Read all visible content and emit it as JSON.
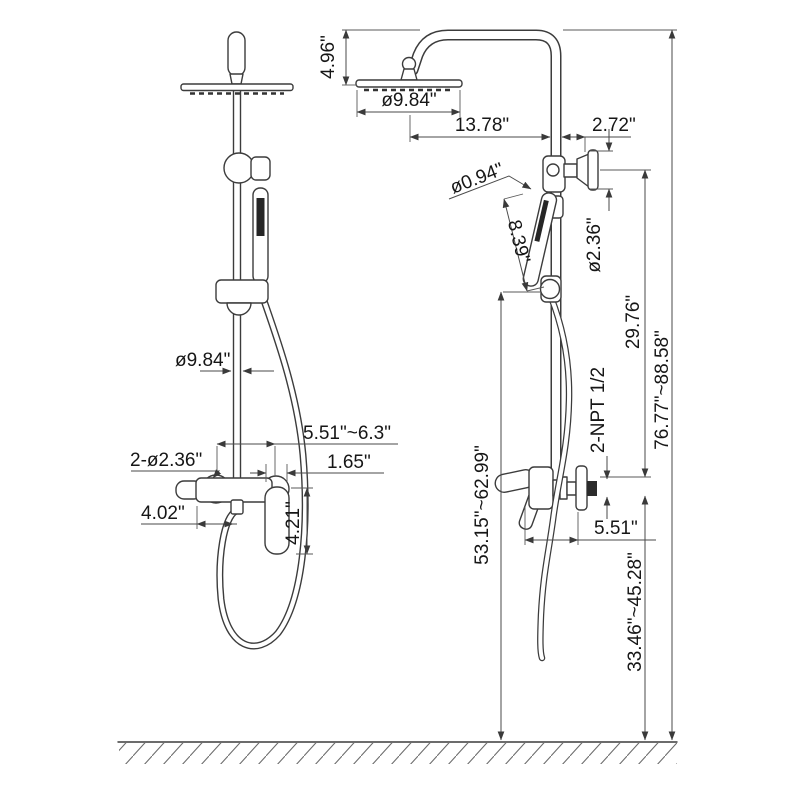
{
  "drawing": {
    "type": "shower-system-installation-diagram",
    "views": {
      "left": "front view",
      "right": "side view"
    }
  },
  "colors": {
    "line": "#3c3c3c",
    "dimension_line": "#4a4a4a",
    "text": "#161616",
    "background": "#ffffff"
  },
  "labels": {
    "front": {
      "head_diameter": "ø9.84\"",
      "valve_center_spread": "5.51\"~6.3\"",
      "handle_width": "1.65\"",
      "escutcheon_diameter": "2-ø2.36\"",
      "spout_reach": "4.02\"",
      "handle_length": "4.21\""
    },
    "side": {
      "arm_drop": "4.96\"",
      "head_diameter": "ø9.84\"",
      "arm_reach": "13.78\"",
      "wall_clearance": "2.72\"",
      "wand_diameter": "ø0.94\"",
      "wand_length": "8.39\"",
      "flange_diameter": "ø2.36\"",
      "arm_to_valve": "29.76\"",
      "thread_spec": "2-NPT 1/2",
      "valve_depth": "5.51\"",
      "slider_height_range": "53.15\"~62.99\"",
      "valve_height_range": "33.46\"~45.28\"",
      "overall_height_range": "76.77\"~88.58\""
    }
  }
}
